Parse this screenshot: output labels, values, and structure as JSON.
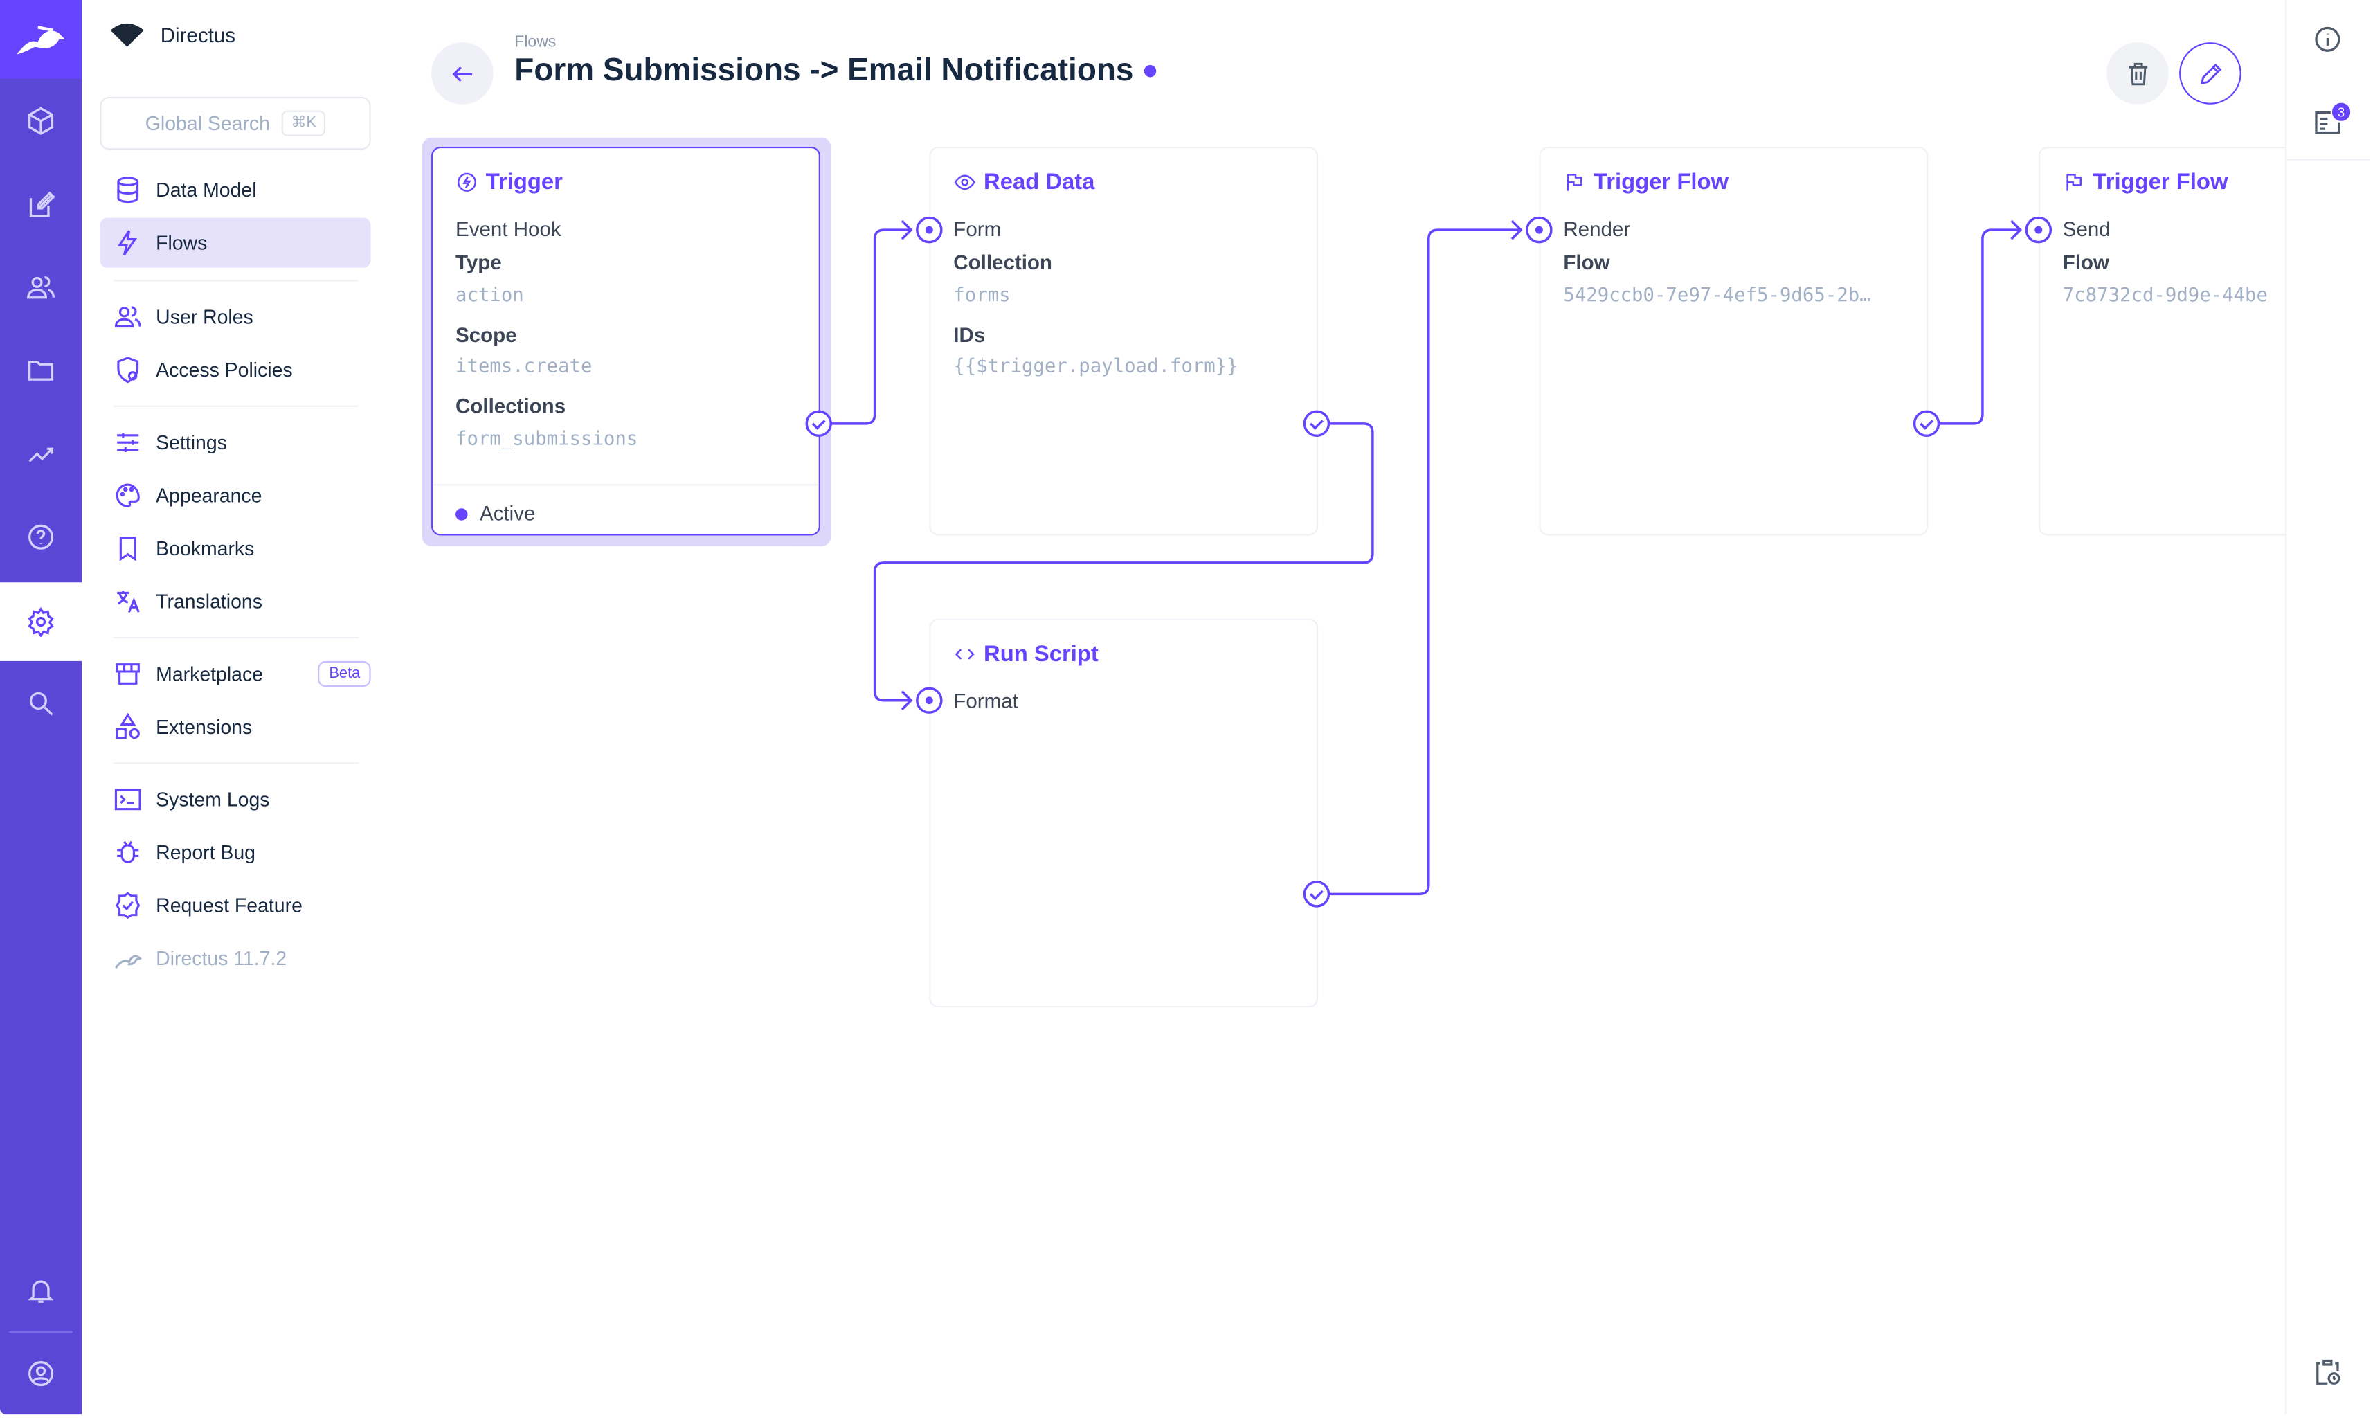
{
  "nav": {
    "project": "Directus",
    "search_placeholder": "Global Search",
    "search_shortcut": "⌘K",
    "items": [
      {
        "label": "Data Model",
        "icon": "database-icon"
      },
      {
        "label": "Flows",
        "icon": "bolt-icon",
        "active": true
      },
      {
        "label": "User Roles",
        "icon": "users-icon"
      },
      {
        "label": "Access Policies",
        "icon": "shield-icon"
      },
      {
        "label": "Settings",
        "icon": "sliders-icon"
      },
      {
        "label": "Appearance",
        "icon": "palette-icon"
      },
      {
        "label": "Bookmarks",
        "icon": "bookmark-icon"
      },
      {
        "label": "Translations",
        "icon": "translate-icon"
      },
      {
        "label": "Marketplace",
        "icon": "store-icon",
        "badge": "Beta"
      },
      {
        "label": "Extensions",
        "icon": "shapes-icon"
      },
      {
        "label": "System Logs",
        "icon": "terminal-icon"
      },
      {
        "label": "Report Bug",
        "icon": "bug-icon"
      },
      {
        "label": "Request Feature",
        "icon": "verified-icon"
      }
    ],
    "version": "Directus 11.7.2"
  },
  "header": {
    "breadcrumb": "Flows",
    "title": "Form Submissions -> Email Notifications",
    "status_color": "#6644ff"
  },
  "accent": "#6644ff",
  "flow": {
    "trigger": {
      "title": "Trigger",
      "subtitle": "Event Hook",
      "type_label": "Type",
      "type_value": "action",
      "scope_label": "Scope",
      "scope_value": "items.create",
      "collections_label": "Collections",
      "collections_value": "form_submissions",
      "status": "Active"
    },
    "read_data": {
      "title": "Read Data",
      "name": "Form",
      "collection_label": "Collection",
      "collection_value": "forms",
      "ids_label": "IDs",
      "ids_value": "{{$trigger.payload.form}}"
    },
    "run_script": {
      "title": "Run Script",
      "name": "Format"
    },
    "trigger_flow_1": {
      "title": "Trigger Flow",
      "name": "Render",
      "flow_label": "Flow",
      "flow_value": "5429ccb0-7e97-4ef5-9d65-2b…"
    },
    "trigger_flow_2": {
      "title": "Trigger Flow",
      "name": "Send",
      "flow_label": "Flow",
      "flow_value": "7c8732cd-9d9e-44be"
    }
  },
  "sidebar": {
    "logs_badge": "3"
  }
}
